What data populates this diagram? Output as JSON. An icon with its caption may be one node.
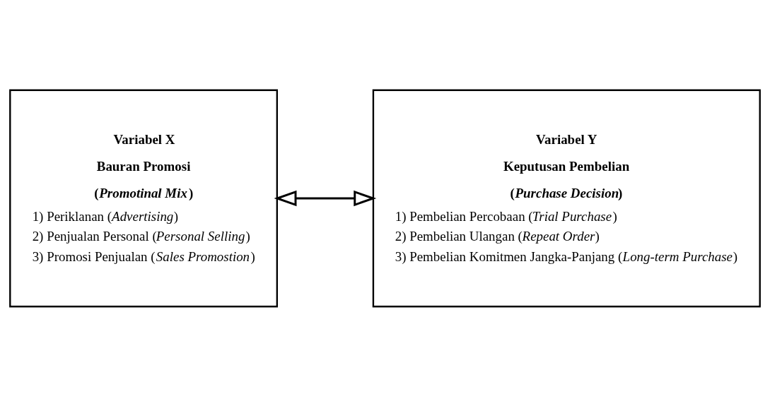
{
  "diagram": {
    "nodes": [
      {
        "text": [
          "Variabel X",
          "Bauran Promosi",
          "(*Promotinal Mix*)",
          "1) Periklanan (*Advertising*)",
          "2) Penjualan Personal (*Personal Selling*)",
          "3) Promosi Penjualan (*Sales Promostion*)"
        ]
      },
      {
        "text": [
          "Variabel Y",
          "Keputusan Pembelian",
          "(*Purchase Decision*)",
          "1) Pembelian Percobaan (*Trial Purchase*)",
          "2) Pembelian Ulangan (*Repeat Order*)",
          "3) Pembelian Komitmen Jangka-Panjang (*Long-term Purchase*)"
        ]
      }
    ],
    "edges": [
      {
        "from": 0,
        "to": 1,
        "arrow": "both"
      }
    ]
  }
}
